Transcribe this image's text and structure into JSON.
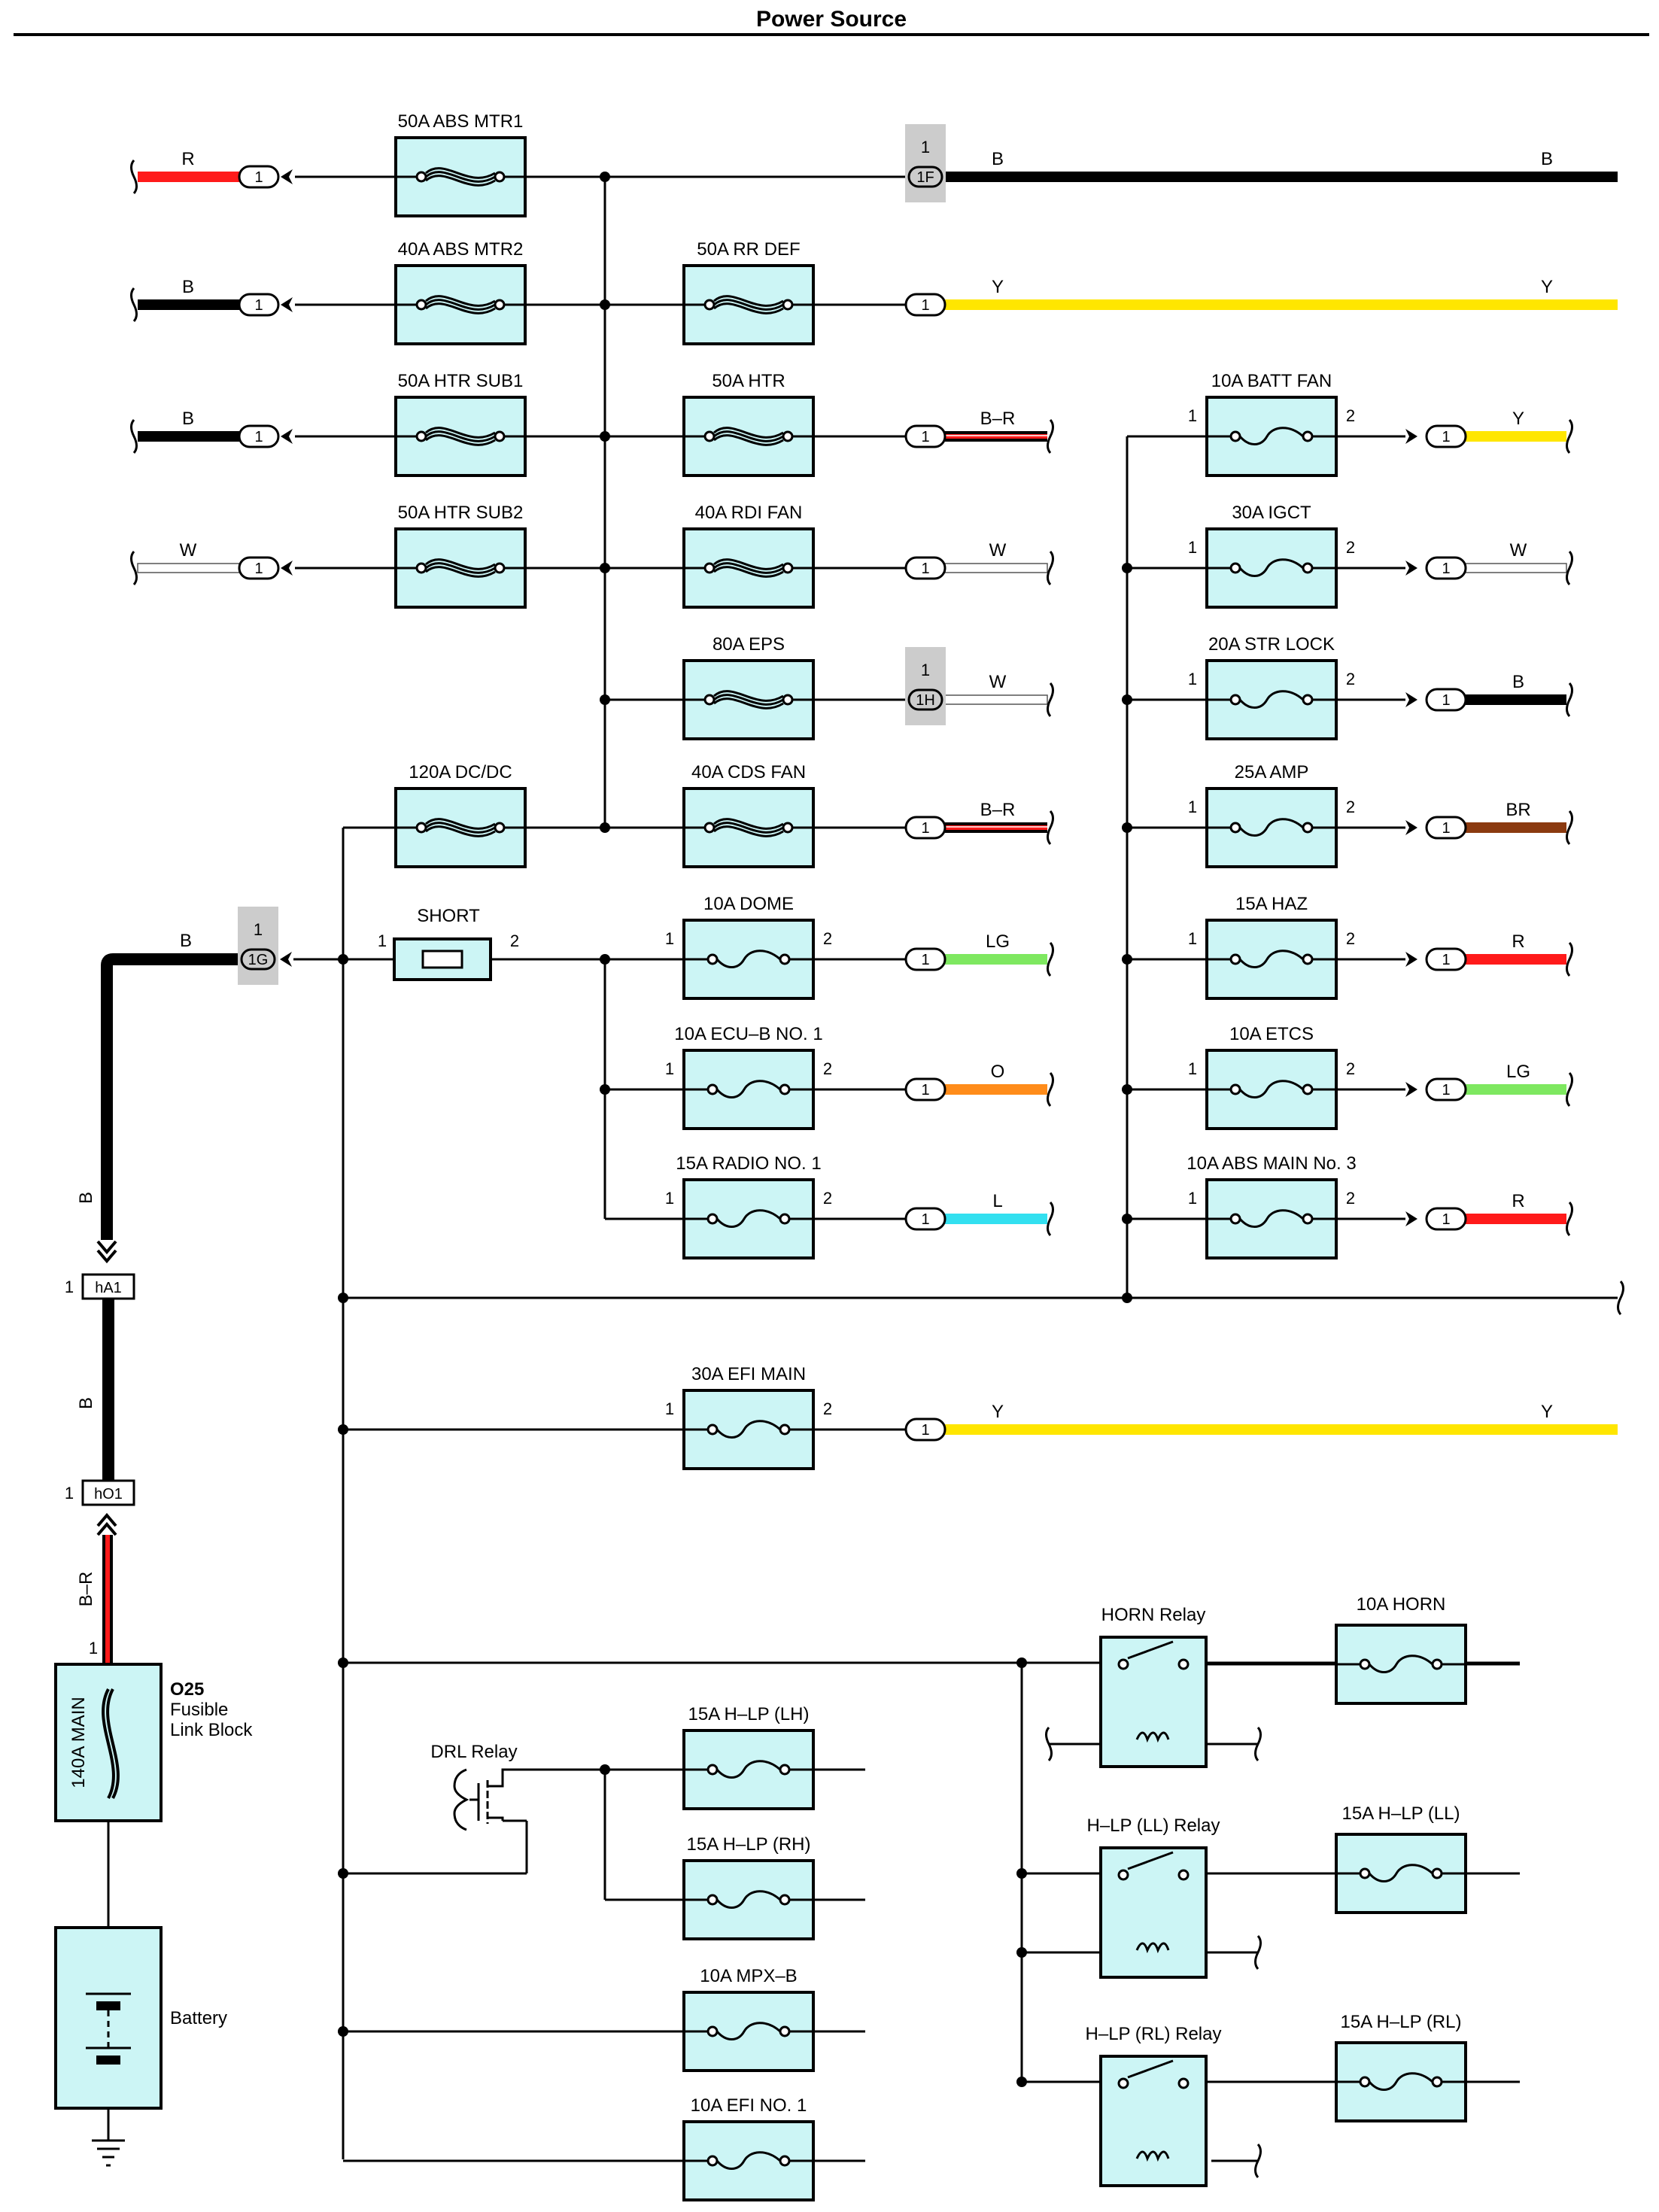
{
  "title": "Power Source",
  "colors": {
    "R": "#ff1a1a",
    "B": "#000000",
    "W": "#ffffff",
    "Y": "#ffe600",
    "LG": "#7ee860",
    "O": "#ff8c1a",
    "L": "#33e0f0",
    "BR": "#8b3a10",
    "fuse_fill": "#ccf5f5",
    "connector_shade": "#cccccc"
  },
  "left_feeds": [
    {
      "fuse": "50A ABS MTR1",
      "wire": "R",
      "conn": "1",
      "pin": "",
      "type": "fusible"
    },
    {
      "fuse": "40A ABS MTR2",
      "wire": "B",
      "conn": "1",
      "pin": "",
      "type": "fusible"
    },
    {
      "fuse": "50A HTR SUB1",
      "wire": "B",
      "conn": "1",
      "pin": "",
      "type": "fusible"
    },
    {
      "fuse": "50A HTR SUB2",
      "wire": "W",
      "conn": "1",
      "pin": "",
      "type": "fusible"
    },
    {
      "fuse": "120A DC/DC",
      "wire": "",
      "conn": "",
      "pin": "",
      "type": "fusible"
    }
  ],
  "middle_fuses": [
    {
      "fuse": "",
      "wire": "B",
      "wire_end": "B",
      "conn": "1F",
      "pin": "1",
      "type": "none"
    },
    {
      "fuse": "50A RR DEF",
      "wire": "Y",
      "wire_end": "Y",
      "conn": "1",
      "pin": "",
      "type": "fusible"
    },
    {
      "fuse": "50A HTR",
      "wire": "B–R",
      "wire_end": "",
      "conn": "1",
      "pin": "",
      "type": "fusible"
    },
    {
      "fuse": "40A RDI FAN",
      "wire": "W",
      "wire_end": "",
      "conn": "1",
      "pin": "",
      "type": "fusible"
    },
    {
      "fuse": "80A EPS",
      "wire": "W",
      "wire_end": "",
      "conn": "1H",
      "pin": "1",
      "type": "fusible"
    },
    {
      "fuse": "40A CDS FAN",
      "wire": "B–R",
      "wire_end": "",
      "conn": "1",
      "pin": "",
      "type": "fusible"
    },
    {
      "fuse": "10A DOME",
      "wire": "LG",
      "wire_end": "",
      "conn": "1",
      "pin": "",
      "type": "fuse",
      "p1": "1",
      "p2": "2"
    },
    {
      "fuse": "10A ECU–B NO. 1",
      "wire": "O",
      "wire_end": "",
      "conn": "1",
      "pin": "",
      "type": "fuse",
      "p1": "1",
      "p2": "2"
    },
    {
      "fuse": "15A RADIO NO. 1",
      "wire": "L",
      "wire_end": "",
      "conn": "1",
      "pin": "",
      "type": "fuse",
      "p1": "1",
      "p2": "2"
    },
    {
      "fuse": "30A EFI MAIN",
      "wire": "Y",
      "wire_end": "Y",
      "conn": "1",
      "pin": "",
      "type": "fuse",
      "p1": "1",
      "p2": "2"
    }
  ],
  "right_fuses": [
    {
      "fuse": "10A BATT FAN",
      "wire": "Y",
      "p1": "1",
      "p2": "2",
      "conn": "1"
    },
    {
      "fuse": "30A IGCT",
      "wire": "W",
      "p1": "1",
      "p2": "2",
      "conn": "1"
    },
    {
      "fuse": "20A STR LOCK",
      "wire": "B",
      "p1": "1",
      "p2": "2",
      "conn": "1"
    },
    {
      "fuse": "25A AMP",
      "wire": "BR",
      "p1": "1",
      "p2": "2",
      "conn": "1"
    },
    {
      "fuse": "15A HAZ",
      "wire": "R",
      "p1": "1",
      "p2": "2",
      "conn": "1"
    },
    {
      "fuse": "10A ETCS",
      "wire": "LG",
      "p1": "1",
      "p2": "2",
      "conn": "1"
    },
    {
      "fuse": "10A ABS MAIN No. 3",
      "wire": "R",
      "p1": "1",
      "p2": "2",
      "conn": "1"
    }
  ],
  "short": {
    "label": "SHORT",
    "p1": "1",
    "p2": "2"
  },
  "main_feed": {
    "wire_top": "B",
    "conn_1g": "1G",
    "conn_1g_pin": "1",
    "ha1": "hA1",
    "ha1_pin": "1",
    "wire_mid": "B",
    "ho1": "hO1",
    "ho1_pin": "1",
    "wire_bottom": "B–R",
    "link_pin": "1"
  },
  "fusible_link_block": {
    "fuse": "140A MAIN",
    "code": "O25",
    "line1": "Fusible",
    "line2": "Link Block"
  },
  "battery": {
    "label": "Battery"
  },
  "lower": {
    "drl_relay": "DRL Relay",
    "hlp_lh": "15A H–LP (LH)",
    "hlp_rh": "15A H–LP (RH)",
    "mpx_b": "10A MPX–B",
    "efi_no1": "10A EFI NO. 1",
    "horn_relay": "HORN Relay",
    "horn_fuse": "10A HORN",
    "hlp_ll_relay": "H–LP (LL) Relay",
    "hlp_ll_fuse": "15A H–LP (LL)",
    "hlp_rl_relay": "H–LP (RL) Relay",
    "hlp_rl_fuse": "15A H–LP (RL)"
  }
}
